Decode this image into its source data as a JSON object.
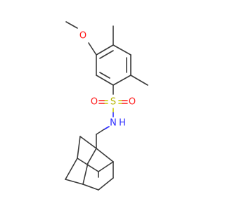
{
  "molecule": {
    "atoms": {
      "methoxy_o": "O",
      "sulfur": "S",
      "sulfonyl_o_left": "O",
      "sulfonyl_o_right": "O",
      "amine_n": "N",
      "amine_h": "H"
    },
    "colors": {
      "bond": "#3a3a3a",
      "oxygen": "#ff1a1a",
      "sulfur": "#b5b500",
      "nitrogen": "#2a2aff"
    }
  }
}
